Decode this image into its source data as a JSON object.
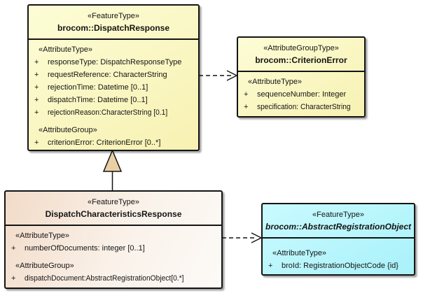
{
  "colors": {
    "background": "#FFFFFF",
    "border": "#141414",
    "box_yellow": "#F9F5BC",
    "box_peach": "#F2DBC8",
    "box_cyan": "#B5F7FD",
    "generalization_triangle": "#EBCFA4"
  },
  "boxes": {
    "dispatch_response": {
      "stereotype": "«FeatureType»",
      "name": "brocom::DispatchResponse",
      "attr_type_label": "«AttributeType»",
      "attr_group_label": "«AttributeGroup»",
      "attributes": [
        {
          "vis": "+",
          "text": "responseType: DispatchResponseType"
        },
        {
          "vis": "+",
          "text": "requestReference: CharacterString"
        },
        {
          "vis": "+",
          "text": "rejectionTime: Datetime [0..1]"
        },
        {
          "vis": "+",
          "text": "dispatchTime: Datetime [0..1]"
        },
        {
          "vis": "+",
          "text": "rejectionReason:CharacterString [0.1]"
        }
      ],
      "group_attributes": [
        {
          "vis": "+",
          "text": "criterionError: CriterionError [0..*]"
        }
      ]
    },
    "criterion_error": {
      "stereotype": "«AttributeGroupType»",
      "name": "brocom::CriterionError",
      "attr_type_label": "«AttributeType»",
      "attributes": [
        {
          "vis": "+",
          "text": "sequenceNumber: Integer"
        },
        {
          "vis": "+",
          "text": "specification: CharacterString"
        }
      ]
    },
    "dispatch_characteristics_response": {
      "stereotype": "«FeatureType»",
      "name": "DispatchCharacteristicsResponse",
      "attr_type_label": "«AttributeType»",
      "attr_group_label": "«AttributeGroup»",
      "attributes": [
        {
          "vis": "+",
          "text": "numberOfDocuments: integer [0..1]"
        }
      ],
      "group_attributes": [
        {
          "vis": "+",
          "text": "dispatchDocument:AbstractRegistrationObject[0.*]"
        }
      ]
    },
    "abstract_registration_object": {
      "stereotype": "«FeatureType»",
      "name": "brocom::AbstractRegistrationObject",
      "attr_type_label": "«AttributeType»",
      "attributes": [
        {
          "vis": "+",
          "text": "broId: RegistrationObjectCode {id}"
        }
      ]
    }
  },
  "connectors": {
    "dependency_criterion_error": {
      "type": "dependency (dashed, open arrow)",
      "from": "brocom::DispatchResponse",
      "to": "brocom::CriterionError"
    },
    "generalization": {
      "type": "generalization (solid line, triangle head)",
      "from": "DispatchCharacteristicsResponse",
      "to": "brocom::DispatchResponse"
    },
    "dependency_abstract_registration_object": {
      "type": "dependency (dashed, open arrow)",
      "from": "DispatchCharacteristicsResponse",
      "to": "brocom::AbstractRegistrationObject"
    }
  }
}
